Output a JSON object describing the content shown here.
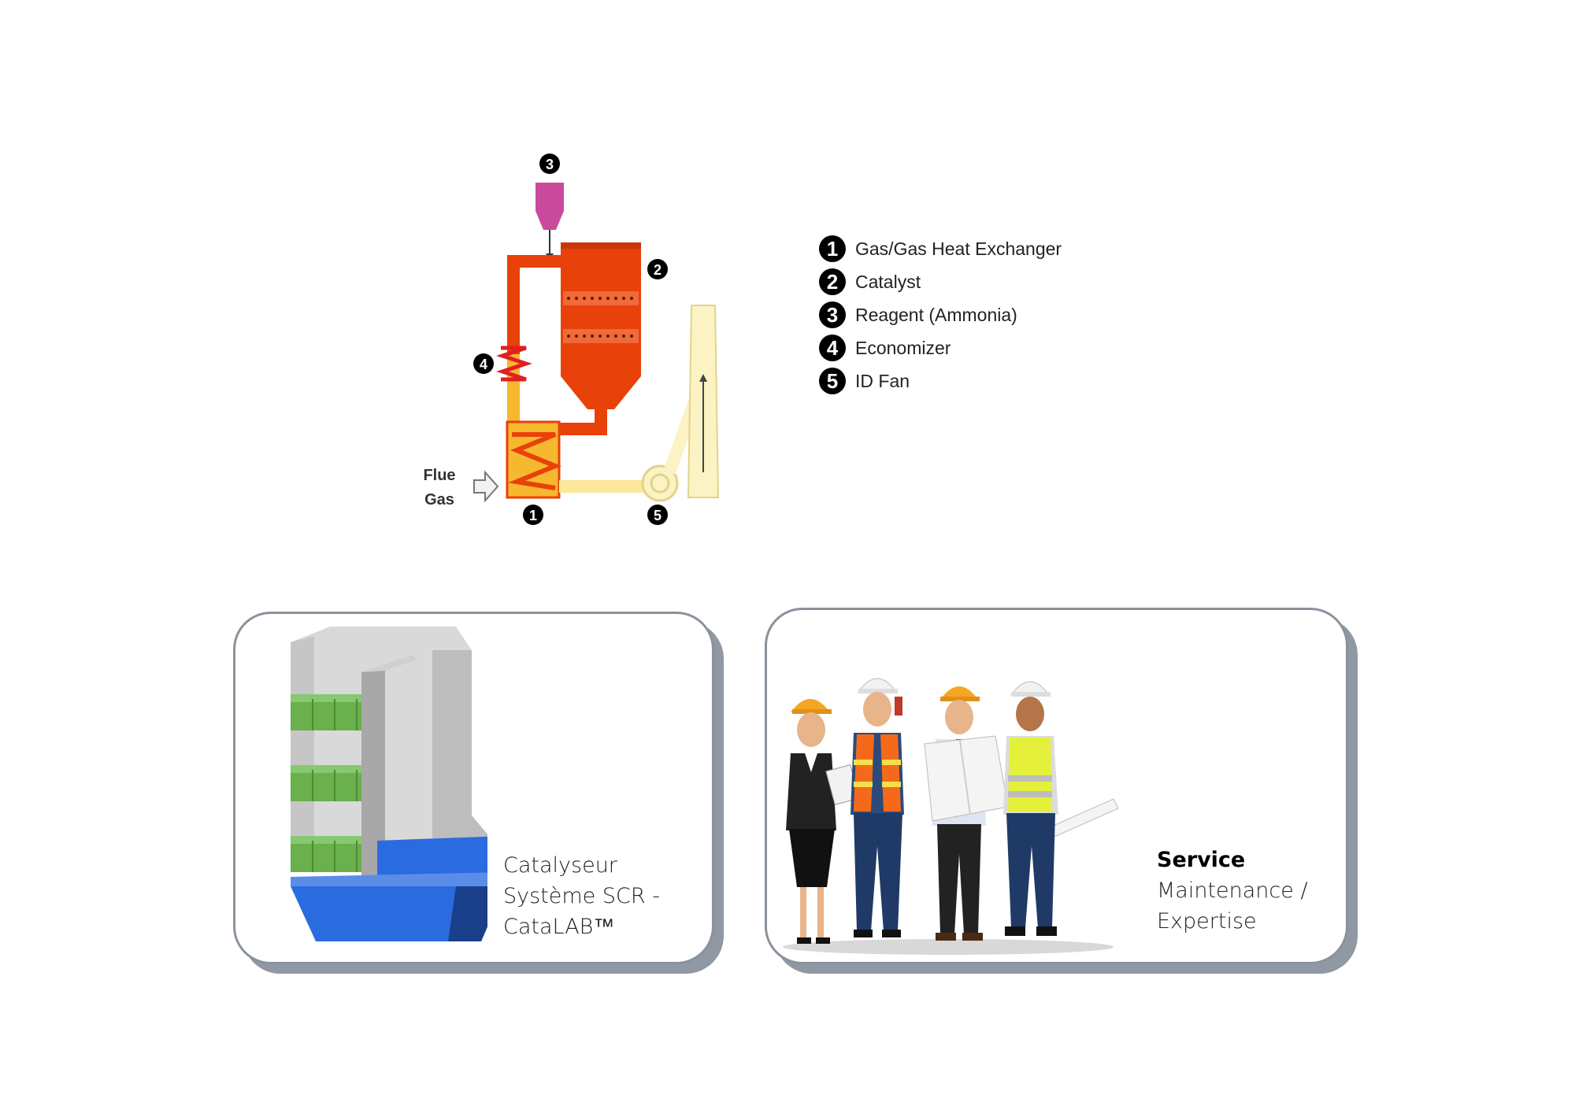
{
  "diagram": {
    "input_label_line1": "Flue",
    "input_label_line2": "Gas",
    "markers": [
      "1",
      "2",
      "3",
      "4",
      "5"
    ],
    "colors": {
      "reactor": "#e8410a",
      "reagent": "#c94a9c",
      "exchanger": "#f5b82e",
      "duct_hot": "#e8410a",
      "duct_cool": "#fde79a",
      "stack": "#fbf3c4"
    }
  },
  "legend": {
    "items": [
      {
        "num": "1",
        "label": "Gas/Gas Heat Exchanger"
      },
      {
        "num": "2",
        "label": "Catalyst"
      },
      {
        "num": "3",
        "label": "Reagent (Ammonia)"
      },
      {
        "num": "4",
        "label": "Economizer"
      },
      {
        "num": "5",
        "label": "ID Fan"
      }
    ]
  },
  "cards": {
    "catalyst": {
      "line1": "Catalyseur",
      "line2": "Système SCR -",
      "line3": "CataLAB™"
    },
    "service": {
      "title": "Service",
      "line1": "Maintenance /",
      "line2": "Expertise"
    }
  }
}
